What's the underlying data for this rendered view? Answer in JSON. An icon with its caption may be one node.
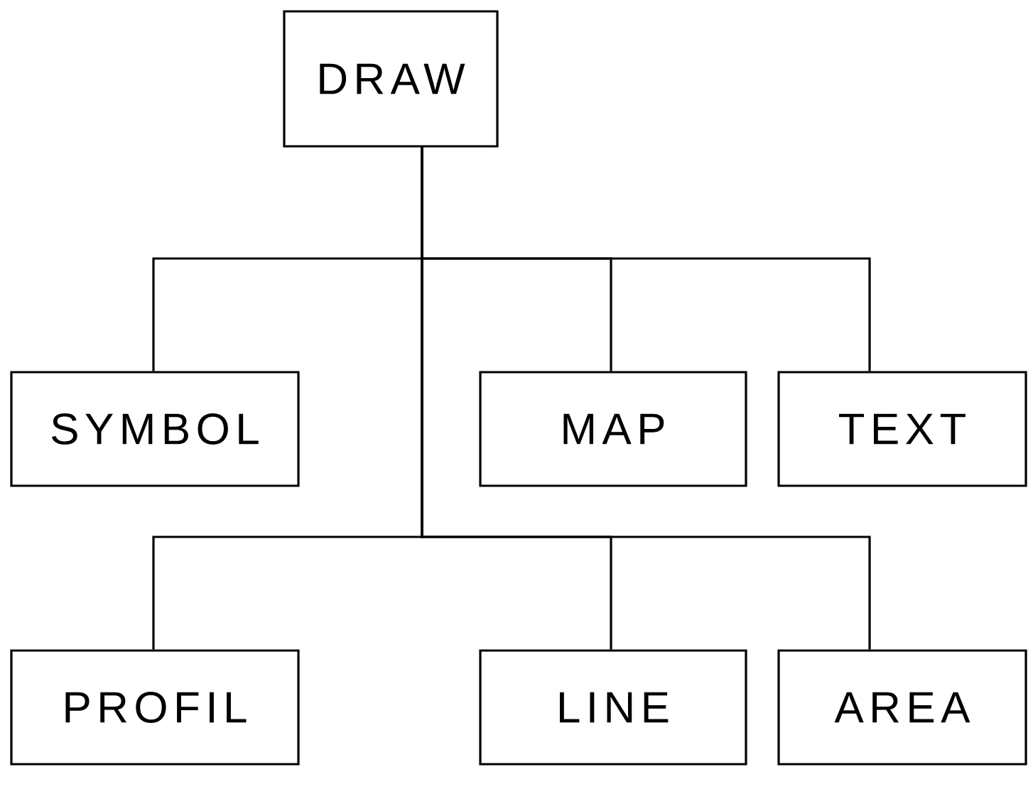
{
  "diagram": {
    "nodes": [
      {
        "text": [
          "DRAW"
        ]
      },
      {
        "text": [
          "SYMBOL"
        ]
      },
      {
        "text": [
          "MAP"
        ]
      },
      {
        "text": [
          "TEXT"
        ]
      },
      {
        "text": [
          "PROFIL"
        ]
      },
      {
        "text": [
          "LINE"
        ]
      },
      {
        "text": [
          "AREA"
        ]
      }
    ],
    "edges": [
      {
        "from": 0,
        "to": 1,
        "arrow": "none"
      },
      {
        "from": 0,
        "to": 2,
        "arrow": "none"
      },
      {
        "from": 0,
        "to": 3,
        "arrow": "none"
      },
      {
        "from": 0,
        "to": 4,
        "arrow": "none"
      },
      {
        "from": 0,
        "to": 5,
        "arrow": "none"
      },
      {
        "from": 0,
        "to": 6,
        "arrow": "none"
      }
    ]
  }
}
